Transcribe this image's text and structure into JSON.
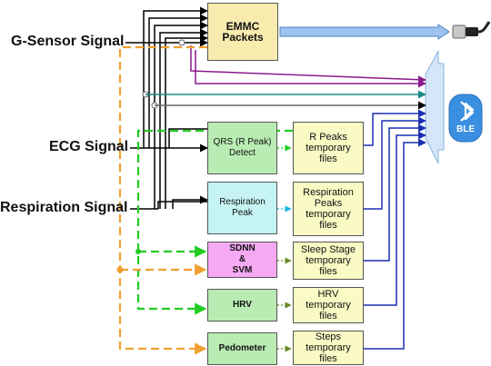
{
  "signals": {
    "gsensor": "G-Sensor Signal",
    "ecg": "ECG Signal",
    "respiration": "Respiration Signal"
  },
  "emmc": "EMMC\nPackets",
  "modules": {
    "qrs": "QRS  (R Peak)\nDetect",
    "resp_peak": "Respiration\nPeak",
    "sdnn": "SDNN\n&\nSVM",
    "hrv": "HRV",
    "pedometer": "Pedometer"
  },
  "files": {
    "rpeaks": "R Peaks\ntemporary\nfiles",
    "resp": "Respiration\nPeaks\ntemporary\nfiles",
    "sleep": "Sleep Stage\ntemporary\nfiles",
    "hrv": "HRV\ntemporary\nfiles",
    "steps": "Steps\ntemporary\nfiles"
  },
  "ble": "BLE",
  "colors": {
    "black_line": "#000000",
    "orange_dash": "#f0a030",
    "green_dash": "#22cc22",
    "blue_line": "#1a2fb0",
    "purple_line": "#8a1a8a",
    "teal_line": "#1a8a8a",
    "ble_blue": "#3a8fe0",
    "arrow_blue": "#7ab0e8"
  },
  "icons": [
    "usb-plug-icon",
    "bluetooth-icon"
  ]
}
